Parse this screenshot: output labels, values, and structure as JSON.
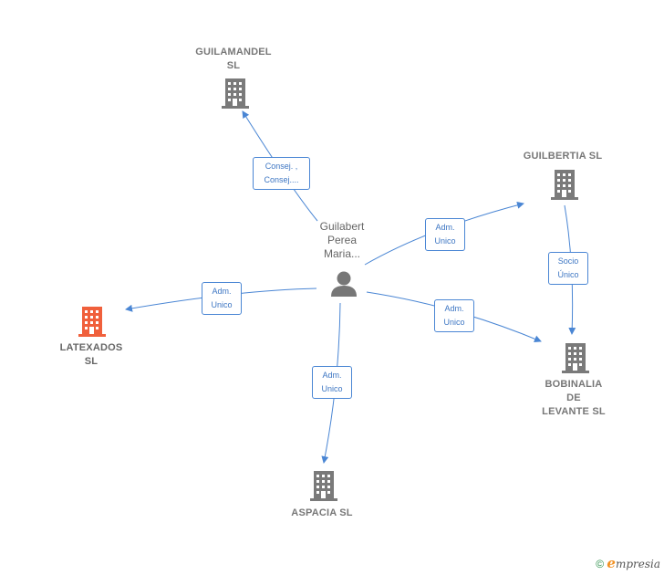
{
  "colors": {
    "edge": "#4a86d4",
    "building": "#7a7a7a",
    "highlight": "#f0603c",
    "person": "#777777"
  },
  "center": {
    "label": "Guilabert\nPerea\nMaria..."
  },
  "companies": [
    {
      "id": "guilamandel",
      "label": "GUILAMANDEL\nSL"
    },
    {
      "id": "guilbertia",
      "label": "GUILBERTIA SL"
    },
    {
      "id": "latexados",
      "label": "LATEXADOS\nSL",
      "highlight": true
    },
    {
      "id": "bobinalia",
      "label": "BOBINALIA\nDE\nLEVANTE  SL"
    },
    {
      "id": "aspacia",
      "label": "ASPACIA  SL"
    }
  ],
  "edges": [
    {
      "id": "to-guilamandel",
      "label": "Consej. ,\nConsej...."
    },
    {
      "id": "to-guilbertia",
      "label": "Adm.\nUnico"
    },
    {
      "id": "to-latexados",
      "label": "Adm.\nUnico"
    },
    {
      "id": "to-bobinalia",
      "label": "Adm.\nUnico"
    },
    {
      "id": "to-aspacia",
      "label": "Adm.\nUnico"
    },
    {
      "id": "guilbertia-to-bobinalia",
      "label": "Socio\nÚnico"
    }
  ],
  "footer": {
    "copyright": "©",
    "brand_first": "e",
    "brand_rest": "mpresia"
  }
}
